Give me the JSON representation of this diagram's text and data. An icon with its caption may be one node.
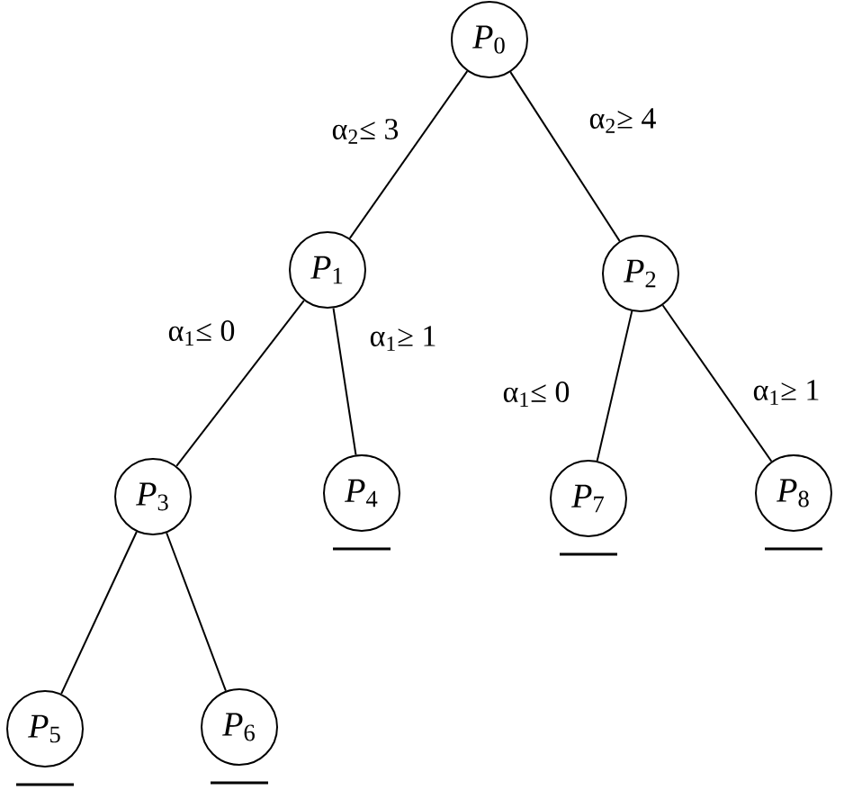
{
  "diagram": {
    "nodes": [
      {
        "text": [
          "*P*$_{0}$"
        ]
      },
      {
        "text": [
          "*P*$_{1}$"
        ]
      },
      {
        "text": [
          "*P*$_{2}$"
        ]
      },
      {
        "text": [
          "*P*$_{3}$"
        ]
      },
      {
        "text": [
          "*P*$_{4}$"
        ]
      },
      {
        "text": [
          "*P*$_{7}$"
        ]
      },
      {
        "text": [
          "*P*$_{8}$"
        ]
      },
      {
        "text": [
          "*P*$_{5}$"
        ]
      },
      {
        "text": [
          "*P*$_{6}$"
        ]
      }
    ],
    "edges": [
      {
        "from": 0,
        "to": 1,
        "arrow": "none",
        "label": "α$_{2}$≤ 3"
      },
      {
        "from": 0,
        "to": 2,
        "arrow": "none",
        "label": "α$_{2}$≥ 4"
      },
      {
        "from": 1,
        "to": 3,
        "arrow": "none",
        "label": "α$_{1}$≤ 0"
      },
      {
        "from": 1,
        "to": 4,
        "arrow": "none",
        "label": "α$_{1}$≥ 1"
      },
      {
        "from": 2,
        "to": 5,
        "arrow": "none",
        "label": "α$_{1}$≤ 0"
      },
      {
        "from": 2,
        "to": 6,
        "arrow": "none",
        "label": "α$_{1}$≥ 1"
      },
      {
        "from": 3,
        "to": 7,
        "arrow": "none"
      },
      {
        "from": 3,
        "to": 8,
        "arrow": "none"
      }
    ]
  }
}
